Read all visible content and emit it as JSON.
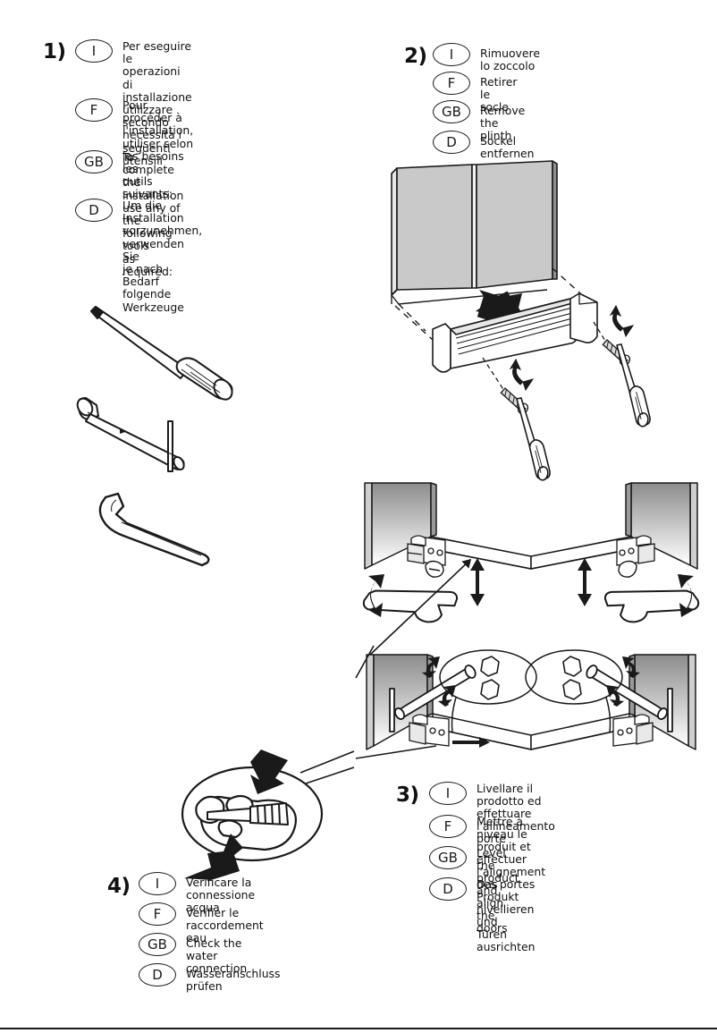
{
  "page": {
    "background": "#ffffff",
    "ink": "#111111",
    "panel_fill": "#c9c9c9"
  },
  "steps": [
    {
      "number": "1)",
      "languages": [
        {
          "code": "I",
          "text": "Per eseguire le operazioni di\ninstallazione utilizzare\nsecondo necessità i seguenti\nutensili"
        },
        {
          "code": "F",
          "text": "Pour procéder à l'installation,\nutiliser selon les besoins les\noutils suivants:"
        },
        {
          "code": "GB",
          "text": "To complete the installation\nuse any of the following tools\nas required:"
        },
        {
          "code": "D",
          "text": "Um die Installation\nvorzunehmen, verwenden Sie\nje nach Bedarf folgende\nWerkzeuge"
        }
      ],
      "tools": [
        "screwdriver",
        "socket-wrench",
        "open-end-wrench"
      ]
    },
    {
      "number": "2)",
      "languages": [
        {
          "code": "I",
          "text": "Rimuovere lo zoccolo"
        },
        {
          "code": "F",
          "text": "Retirer le socle"
        },
        {
          "code": "GB",
          "text": "Remove the plinth"
        },
        {
          "code": "D",
          "text": "Sockel entfernen"
        }
      ],
      "illustration": "refrigerator-plinth-removal"
    },
    {
      "number": "3)",
      "languages": [
        {
          "code": "I",
          "text": "Livellare il prodotto ed\neffettuare l'allineamento porte"
        },
        {
          "code": "F",
          "text": "Mettre à niveau le produit et\neffectuer l'alignement des portes"
        },
        {
          "code": "GB",
          "text": "Level the product and\nalign the doors"
        },
        {
          "code": "D",
          "text": "Das Produkt nivellieren und\nTüren ausrichten"
        }
      ],
      "illustration": "cabinet-levelling-feet"
    },
    {
      "number": "4)",
      "languages": [
        {
          "code": "I",
          "text": "Verificare la connessione acqua"
        },
        {
          "code": "F",
          "text": "Vérifier le raccordement eau"
        },
        {
          "code": "GB",
          "text": "Check the water connection"
        },
        {
          "code": "D",
          "text": "Wasseranschluss prüfen"
        }
      ],
      "illustration": "water-hose-connection-detail"
    }
  ]
}
